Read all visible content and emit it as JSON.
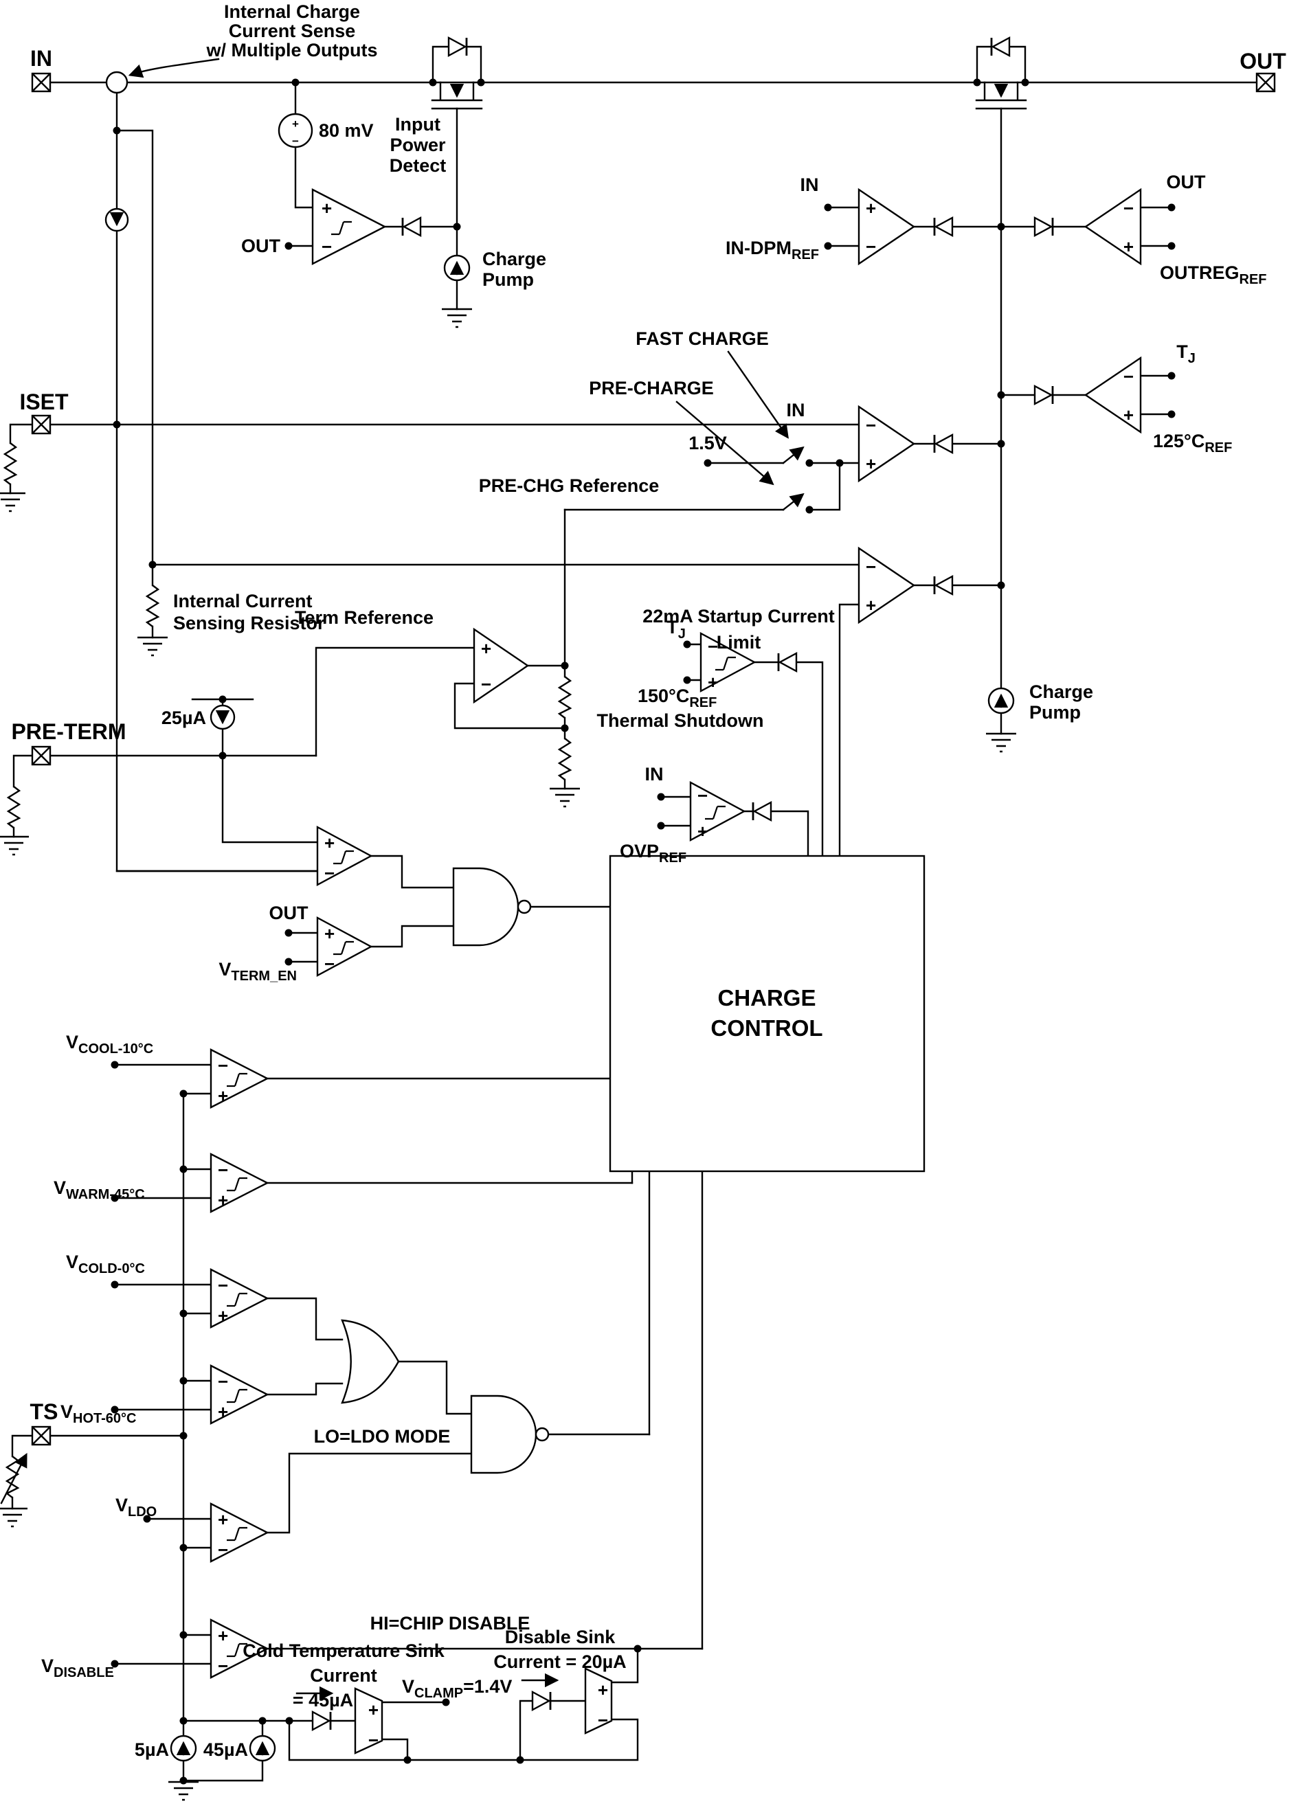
{
  "sym": {
    "plus": "+",
    "minus": "−",
    "ref": "REF"
  },
  "pins": {
    "in": "IN",
    "out": "OUT",
    "iset": "ISET",
    "pre_term": "PRE-TERM",
    "ts": "TS"
  },
  "top": {
    "note1": "Internal Charge",
    "note2": "Current Sense",
    "note3": "w/ Multiple Outputs",
    "mv80": "80 mV",
    "ipd1": "Input",
    "ipd2": "Power",
    "ipd3": "Detect",
    "out_lbl": "OUT",
    "cp1": "Charge",
    "cp2": "Pump"
  },
  "right": {
    "in_lbl": "IN",
    "in_dpm": "IN-DPM",
    "out_lbl": "OUT",
    "outreg": "OUTREG",
    "tj": "T",
    "tj_sub": "J",
    "c125": "125°C",
    "cp1": "Charge",
    "cp2": "Pump"
  },
  "mid": {
    "fast": "FAST CHARGE",
    "pre": "PRE-CHARGE",
    "v15": "1.5V",
    "in_lbl": "IN",
    "prechg": "PRE-CHG Reference",
    "startup1": "22mA Startup Current",
    "startup2": "Limit",
    "isr1": "Internal Current",
    "isr2": "Sensing Resistor",
    "term_ref": "Term Reference",
    "ua25": "25µA",
    "tj": "T",
    "tj_sub": "J",
    "c150": "150°C",
    "thermal": "Thermal Shutdown",
    "in2": "IN",
    "ovp": "OVP",
    "out_lbl": "OUT",
    "vterm": "V",
    "vterm_sub": "TERM_EN",
    "cc1": "CHARGE",
    "cc2": "CONTROL"
  },
  "temps": {
    "v": "V",
    "cool": "COOL-10°C",
    "warm": "WARM-45°C",
    "cold": "COLD-0°C",
    "hot": "HOT-60°C",
    "ldo": "LDO",
    "disable": "DISABLE",
    "ldo_mode": "LO=LDO MODE",
    "chip_disable": "HI=CHIP DISABLE"
  },
  "bottom": {
    "cold1": "Cold Temperature Sink",
    "cold2": "Current",
    "cold3": "= 45µA",
    "vclamp": "V",
    "vclamp_sub": "CLAMP",
    "vclamp_val": "=1.4V",
    "dis1": "Disable Sink",
    "dis2": "Current = 20µA",
    "ua5": "5µA",
    "ua45": "45µA"
  }
}
